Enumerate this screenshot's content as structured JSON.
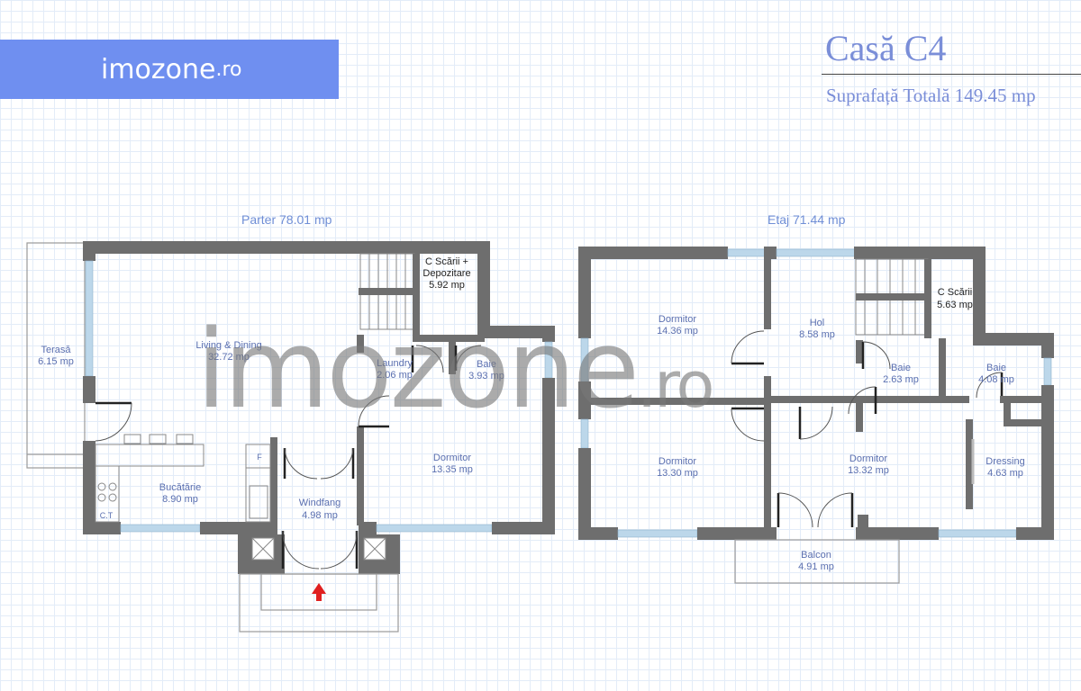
{
  "brand": {
    "name": "imozone",
    "ext": ".ro"
  },
  "header": {
    "title": "Casă C4",
    "subtitle": "Suprafață Totală 149.45 mp"
  },
  "floors": {
    "ground": "Parter 78.01 mp",
    "upper": "Etaj 71.44 mp"
  },
  "ground_rooms": {
    "terasa": {
      "name": "Terasă",
      "area": "6.15 mp"
    },
    "living": {
      "name": "Living & Dining",
      "area": "32.72 mp"
    },
    "stairs": {
      "name1": "C Scării +",
      "name2": "Depozitare",
      "area": "5.92 mp"
    },
    "laundry": {
      "name": "Laundry",
      "area": "2.06 mp"
    },
    "baie": {
      "name": "Baie",
      "area": "3.93 mp"
    },
    "bucatarie": {
      "name": "Bucătărie",
      "area": "8.90 mp"
    },
    "windfang": {
      "name": "Windfang",
      "area": "4.98 mp"
    },
    "dormitor": {
      "name": "Dormitor",
      "area": "13.35 mp"
    },
    "ct": "C.T",
    "fridge": "F"
  },
  "upper_rooms": {
    "dormitor1": {
      "name": "Dormitor",
      "area": "14.36 mp"
    },
    "hol": {
      "name": "Hol",
      "area": "8.58 mp"
    },
    "stairs": {
      "name": "C Scării",
      "area": "5.63 mp"
    },
    "baie1": {
      "name": "Baie",
      "area": "2.63 mp"
    },
    "baie2": {
      "name": "Baie",
      "area": "4.08 mp"
    },
    "dormitor2": {
      "name": "Dormitor",
      "area": "13.30 mp"
    },
    "dormitor3": {
      "name": "Dormitor",
      "area": "13.32 mp"
    },
    "dressing": {
      "name": "Dressing",
      "area": "4.63 mp"
    },
    "balcon": {
      "name": "Balcon",
      "area": "4.91 mp"
    }
  },
  "colors": {
    "wall": "#6e6e6e",
    "window": "#bcd7ea",
    "label": "#5a6fb0",
    "accent": "#e02020",
    "brand": "#6f8ff0"
  }
}
